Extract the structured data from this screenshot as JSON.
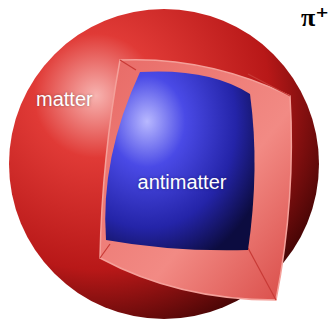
{
  "diagram": {
    "nodes": [
      {
        "text": [
          "matter"
        ]
      },
      {
        "text": [
          "antimatter"
        ],
        "in": 0
      }
    ],
    "labels": [
      "π⁺"
    ]
  }
}
